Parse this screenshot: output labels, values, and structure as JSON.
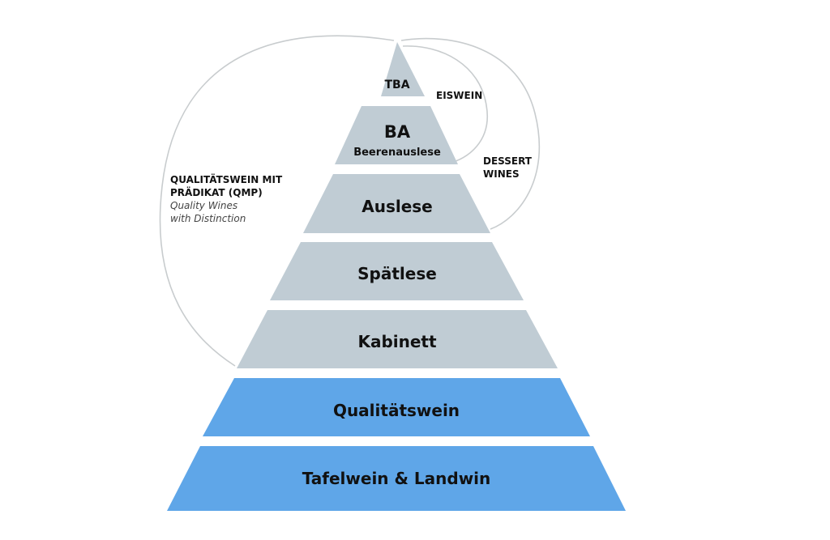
{
  "pyramid": {
    "tiers": [
      {
        "label": "TBA",
        "sublabel": "",
        "color": "#c0ccd4"
      },
      {
        "label": "BA",
        "sublabel": "Beerenauslese",
        "color": "#c0ccd4"
      },
      {
        "label": "Auslese",
        "sublabel": "",
        "color": "#c0ccd4"
      },
      {
        "label": "Spätlese",
        "sublabel": "",
        "color": "#c0ccd4"
      },
      {
        "label": "Kabinett",
        "sublabel": "",
        "color": "#c0ccd4"
      },
      {
        "label": "Qualitätswein",
        "sublabel": "",
        "color": "#5fa6e8"
      },
      {
        "label": "Tafelwein & Landwin",
        "sublabel": "",
        "color": "#5fa6e8"
      }
    ]
  },
  "annotations": {
    "eiswein": "EISWEIN",
    "dessert_line1": "DESSERT",
    "dessert_line2": "WINES",
    "qmp_line1": "QUALITÄTSWEIN MIT",
    "qmp_line2": "PRÄDIKAT (QMP)",
    "qmp_italic1": "Quality Wines",
    "qmp_italic2": "with Distinction"
  },
  "colors": {
    "upper_tiers": "#c0ccd4",
    "base_tiers": "#5fa6e8",
    "arcs": "#c8ccce"
  }
}
